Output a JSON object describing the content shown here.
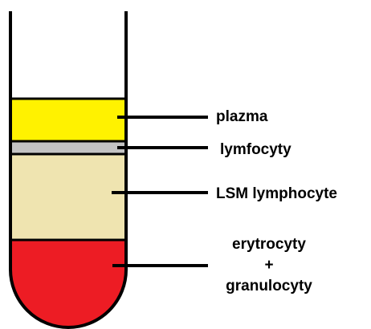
{
  "layers": {
    "plasma": {
      "label": "plazma",
      "color": "#fff200"
    },
    "lymphocytes": {
      "label": "lymfocyty",
      "color": "#c3c3c3"
    },
    "lsm": {
      "label": "LSM lymphocyte",
      "color": "#efe4b0"
    },
    "red": {
      "label_line1": "erytrocyty",
      "label_line2": "+",
      "label_line3": "granulocyty",
      "color": "#ed1c24"
    }
  },
  "outline_color": "#000000"
}
